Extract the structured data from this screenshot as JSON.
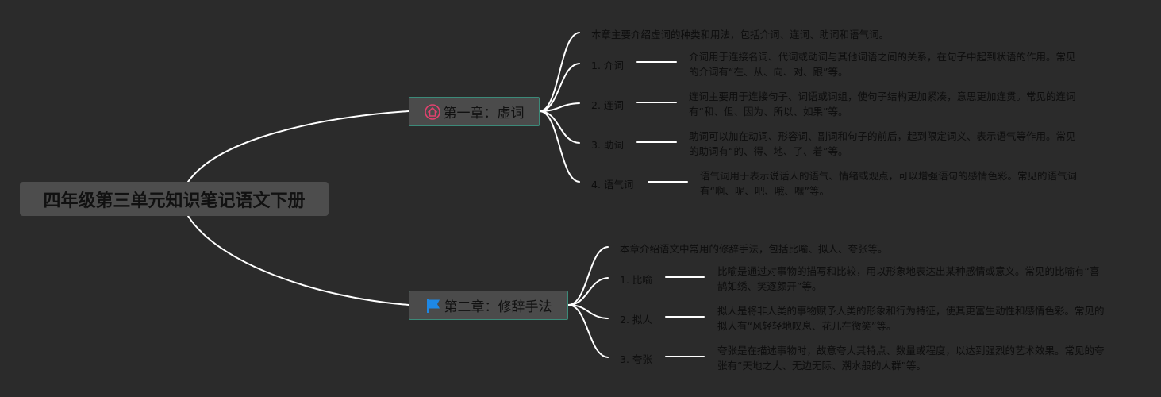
{
  "root": {
    "title": "四年级第三单元知识笔记语文下册"
  },
  "chapters": [
    {
      "title": "第一章：虚词",
      "icon": "pink-house-icon",
      "intro": "本章主要介绍虚词的种类和用法，包括介词、连词、助词和语气词。",
      "items": [
        {
          "label": "1. 介词",
          "desc": "介词用于连接名词、代词或动词与其他词语之间的关系，在句子中起到状语的作用。常见的介词有“在、从、向、对、跟”等。"
        },
        {
          "label": "2. 连词",
          "desc": "连词主要用于连接句子、词语或词组，使句子结构更加紧凑，意思更加连贯。常见的连词有“和、但、因为、所以、如果”等。"
        },
        {
          "label": "3. 助词",
          "desc": "助词可以加在动词、形容词、副词和句子的前后，起到限定词义、表示语气等作用。常见的助词有“的、得、地、了、着”等。"
        },
        {
          "label": "4. 语气词",
          "desc": "语气词用于表示说话人的语气、情绪或观点，可以增强语句的感情色彩。常见的语气词有“啊、呢、吧、哦、嘿”等。"
        }
      ]
    },
    {
      "title": "第二章：修辞手法",
      "icon": "blue-flag-icon",
      "intro": "本章介绍语文中常用的修辞手法，包括比喻、拟人、夸张等。",
      "items": [
        {
          "label": "1. 比喻",
          "desc": "比喻是通过对事物的描写和比较，用以形象地表达出某种感情或意义。常见的比喻有“喜鹊如绣、笑逐颜开”等。"
        },
        {
          "label": "2. 拟人",
          "desc": "拟人是将非人类的事物赋予人类的形象和行为特征，使其更富生动性和感情色彩。常见的拟人有“风轻轻地叹息、花儿在微笑”等。"
        },
        {
          "label": "3. 夸张",
          "desc": "夸张是在描述事物时，故意夸大其特点、数量或程度，以达到强烈的艺术效果。常见的夸张有“天地之大、无边无际、潮水般的人群”等。"
        }
      ]
    }
  ],
  "colors": {
    "background": "#2b2b2b",
    "line": "#ffffff",
    "border": "#3c8a79"
  }
}
